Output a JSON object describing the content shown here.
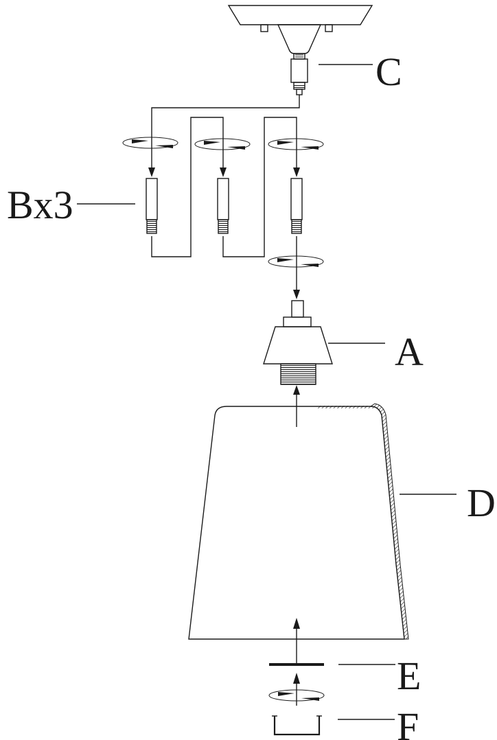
{
  "labels": {
    "a": "A",
    "b": "Bx3",
    "c": "C",
    "d": "D",
    "e": "E",
    "f": "F"
  },
  "colors": {
    "line": "#1a1a1a",
    "background": "#ffffff"
  }
}
